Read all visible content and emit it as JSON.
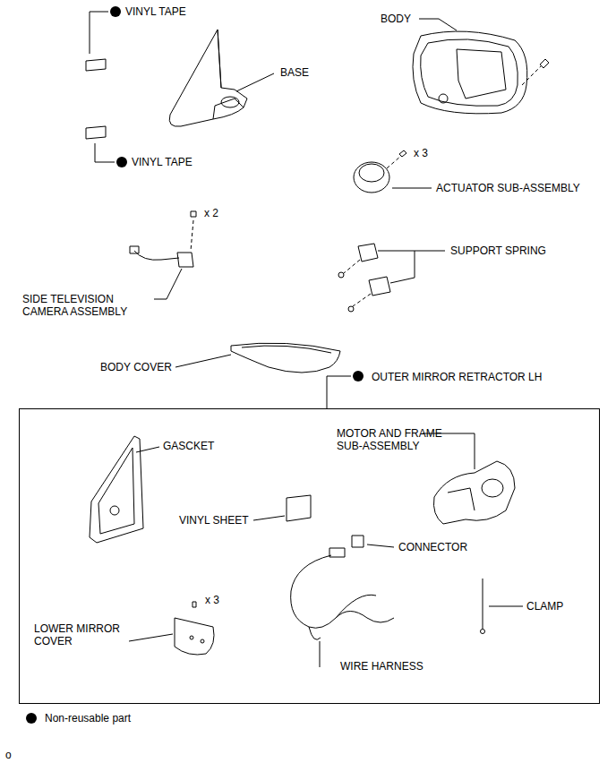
{
  "diagram": {
    "nodes": [
      {
        "text": [
          "OUTER MIRROR RETRACTOR LH"
        ]
      }
    ],
    "labels": [
      "VINYL TAPE",
      "BASE",
      "BODY",
      "VINYL TAPE",
      "x 3",
      "ACTUATOR SUB-ASSEMBLY",
      "x 2",
      "SUPPORT SPRING",
      "SIDE TELEVISION CAMERA ASSEMBLY",
      "BODY COVER",
      "GASCKET",
      "MOTOR AND FRAME SUB-ASSEMBLY",
      "VINYL SHEET",
      "CONNECTOR",
      "CLAMP",
      "x 3",
      "LOWER MIRROR COVER",
      "WIRE HARNESS",
      "o"
    ],
    "legend": [
      {
        "text": "Non-reusable part"
      }
    ]
  }
}
